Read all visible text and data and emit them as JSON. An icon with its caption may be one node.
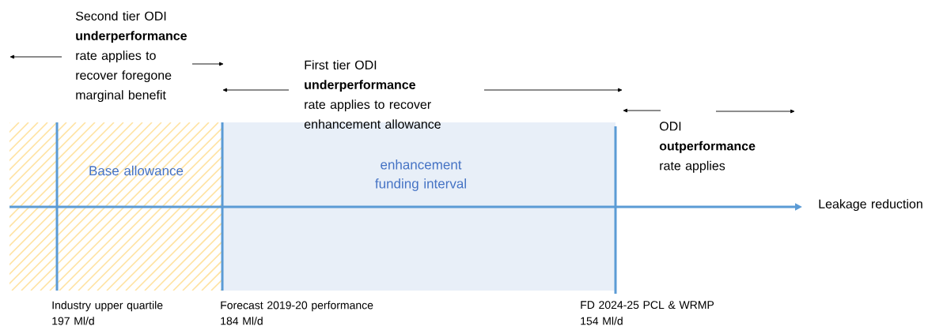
{
  "diagram": {
    "nodes": [
      {
        "text": [
          "Base allowance"
        ]
      },
      {
        "text": [
          "enhancement funding interval"
        ]
      }
    ],
    "labels": [
      "Second tier ODI **underperformance** rate applies to recover foregone marginal benefit",
      "First tier ODI **underperformance** rate applies to recover enhancement allowance",
      "ODI **outperformance** rate applies",
      "Leakage reduction",
      "Industry upper quartile",
      "197 Ml/d",
      "Forecast 2019-20 performance",
      "184 Ml/d",
      "FD 2024-25 PCL & WRMP",
      "154 Ml/d"
    ]
  }
}
